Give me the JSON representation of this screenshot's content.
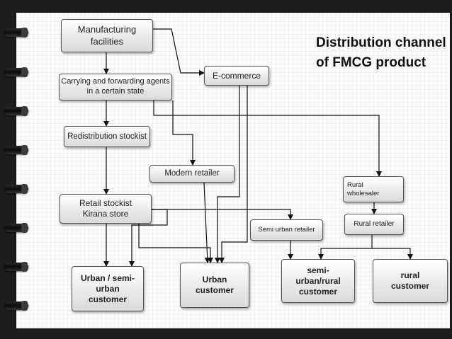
{
  "title": "Distribution channel of FMCG product",
  "nodes": {
    "manufacturing": "Manufacturing facilities",
    "cfa": "Carrying and forwarding agents in a certain state",
    "ecommerce": "E-commerce",
    "redistribution": "Redistribution stockist",
    "modern_retailer": "Modern retailer",
    "rural_wholesaler": "Rural wholesaler",
    "retail_stockist": "Retail stockist Kirana store",
    "rural_retailer": "Rural retailer",
    "semi_urban_retailer": "Semi urban retailer",
    "urban_semi_customer": "Urban / semi-urban customer",
    "urban_customer": "Urban customer",
    "semi_rural_customer": "semi-urban/rural customer",
    "rural_customer": "rural customer"
  },
  "colors": {
    "box_border": "#555555",
    "line": "#111111",
    "background": "#1e1e1e"
  }
}
